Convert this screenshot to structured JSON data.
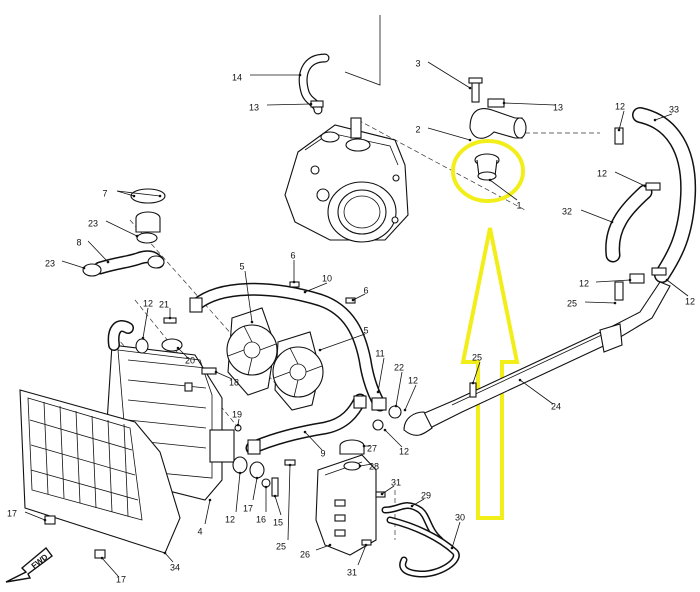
{
  "colors": {
    "highlight": "#f2ee1a",
    "ink": "#111111",
    "background": "#ffffff"
  },
  "fwd_label": "FWD",
  "callouts": [
    {
      "id": "c14",
      "text": "14"
    },
    {
      "id": "c3",
      "text": "3"
    },
    {
      "id": "c13a",
      "text": "13"
    },
    {
      "id": "c13b",
      "text": "13"
    },
    {
      "id": "c2",
      "text": "2"
    },
    {
      "id": "c1",
      "text": "1"
    },
    {
      "id": "c12a",
      "text": "12"
    },
    {
      "id": "c33",
      "text": "33"
    },
    {
      "id": "c12b",
      "text": "12"
    },
    {
      "id": "c32",
      "text": "32"
    },
    {
      "id": "c7",
      "text": "7"
    },
    {
      "id": "c23a",
      "text": "23"
    },
    {
      "id": "c8",
      "text": "8"
    },
    {
      "id": "c23b",
      "text": "23"
    },
    {
      "id": "c6a",
      "text": "6"
    },
    {
      "id": "c10",
      "text": "10"
    },
    {
      "id": "c5a",
      "text": "5"
    },
    {
      "id": "c6b",
      "text": "6"
    },
    {
      "id": "c12c",
      "text": "12"
    },
    {
      "id": "c21",
      "text": "21"
    },
    {
      "id": "c5b",
      "text": "5"
    },
    {
      "id": "c20",
      "text": "20"
    },
    {
      "id": "c18",
      "text": "18"
    },
    {
      "id": "c11",
      "text": "11"
    },
    {
      "id": "c22",
      "text": "22"
    },
    {
      "id": "c12d",
      "text": "12"
    },
    {
      "id": "c25a",
      "text": "25"
    },
    {
      "id": "c24",
      "text": "24"
    },
    {
      "id": "c12e",
      "text": "12"
    },
    {
      "id": "c25b",
      "text": "25"
    },
    {
      "id": "c12f",
      "text": "12"
    },
    {
      "id": "c19",
      "text": "19"
    },
    {
      "id": "c27",
      "text": "27"
    },
    {
      "id": "c12g",
      "text": "12"
    },
    {
      "id": "c9",
      "text": "9"
    },
    {
      "id": "c28",
      "text": "28"
    },
    {
      "id": "c31a",
      "text": "31"
    },
    {
      "id": "c29",
      "text": "29"
    },
    {
      "id": "c30",
      "text": "30"
    },
    {
      "id": "c17a",
      "text": "17"
    },
    {
      "id": "c12h",
      "text": "12"
    },
    {
      "id": "c17b",
      "text": "17"
    },
    {
      "id": "c16",
      "text": "16"
    },
    {
      "id": "c15",
      "text": "15"
    },
    {
      "id": "c4",
      "text": "4"
    },
    {
      "id": "c25c",
      "text": "25"
    },
    {
      "id": "c26",
      "text": "26"
    },
    {
      "id": "c31b",
      "text": "31"
    },
    {
      "id": "c34",
      "text": "34"
    },
    {
      "id": "c17c",
      "text": "17"
    }
  ]
}
